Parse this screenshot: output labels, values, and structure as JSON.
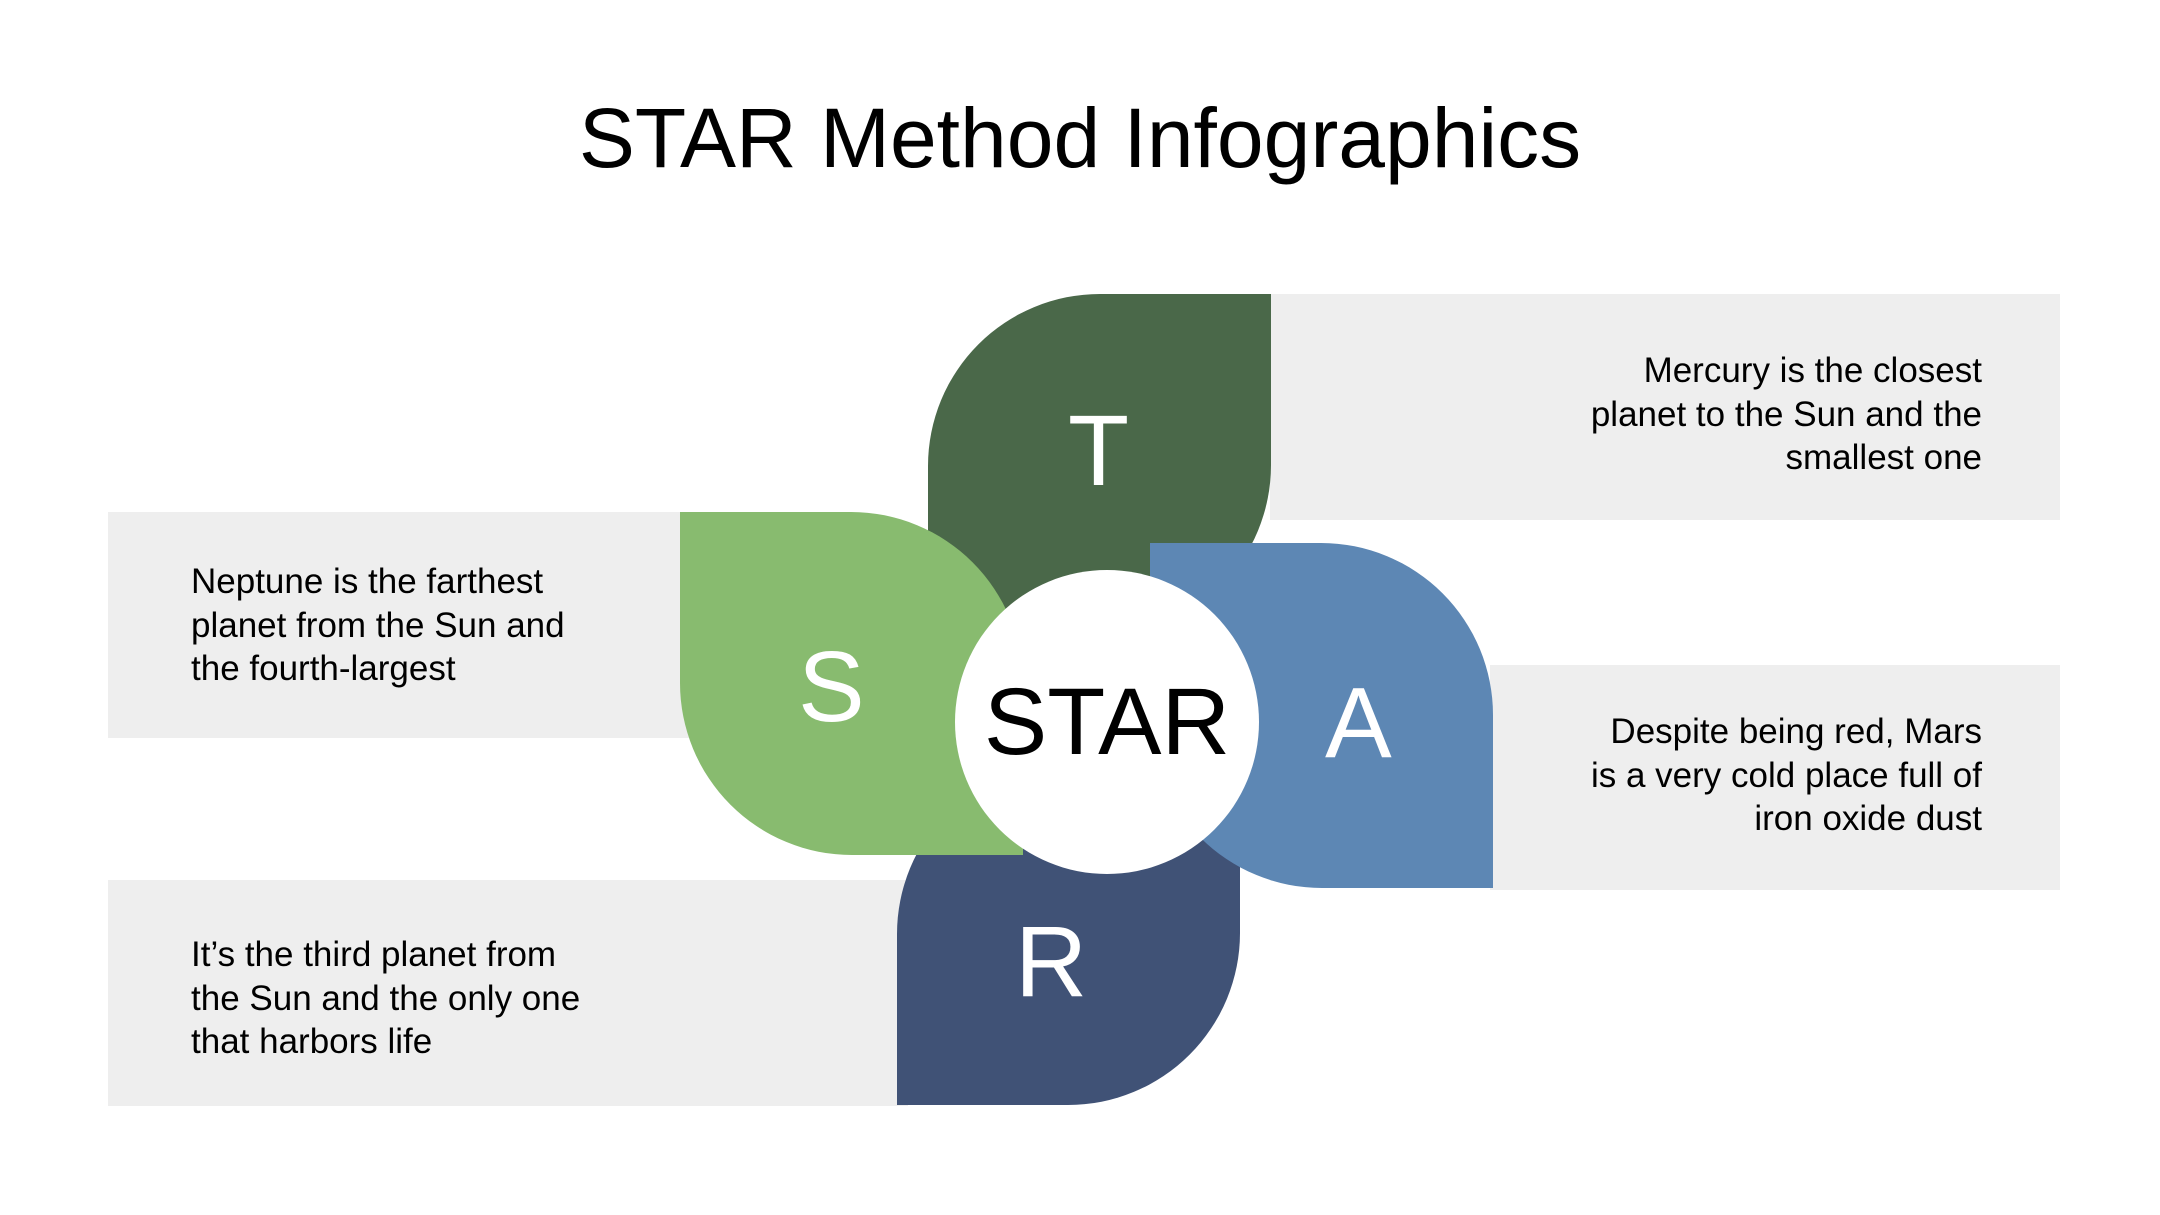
{
  "title": "STAR Method Infographics",
  "center_label": "STAR",
  "colors": {
    "s": "#88bb6f",
    "t": "#4a6849",
    "a": "#5d87b4",
    "r": "#405276",
    "box": "#eeeeee"
  },
  "steps": {
    "s": {
      "letter": "S",
      "lines": [
        "Neptune is the farthest",
        "planet from the Sun and",
        "the fourth-largest"
      ]
    },
    "t": {
      "letter": "T",
      "lines": [
        "Mercury is the closest",
        "planet to the Sun and the",
        "smallest one"
      ]
    },
    "a": {
      "letter": "A",
      "lines": [
        "Despite being red, Mars",
        "is a very cold place full of",
        "iron oxide dust"
      ]
    },
    "r": {
      "letter": "R",
      "lines": [
        "It’s the third planet from",
        "the Sun and the only one",
        "that harbors life"
      ]
    }
  }
}
